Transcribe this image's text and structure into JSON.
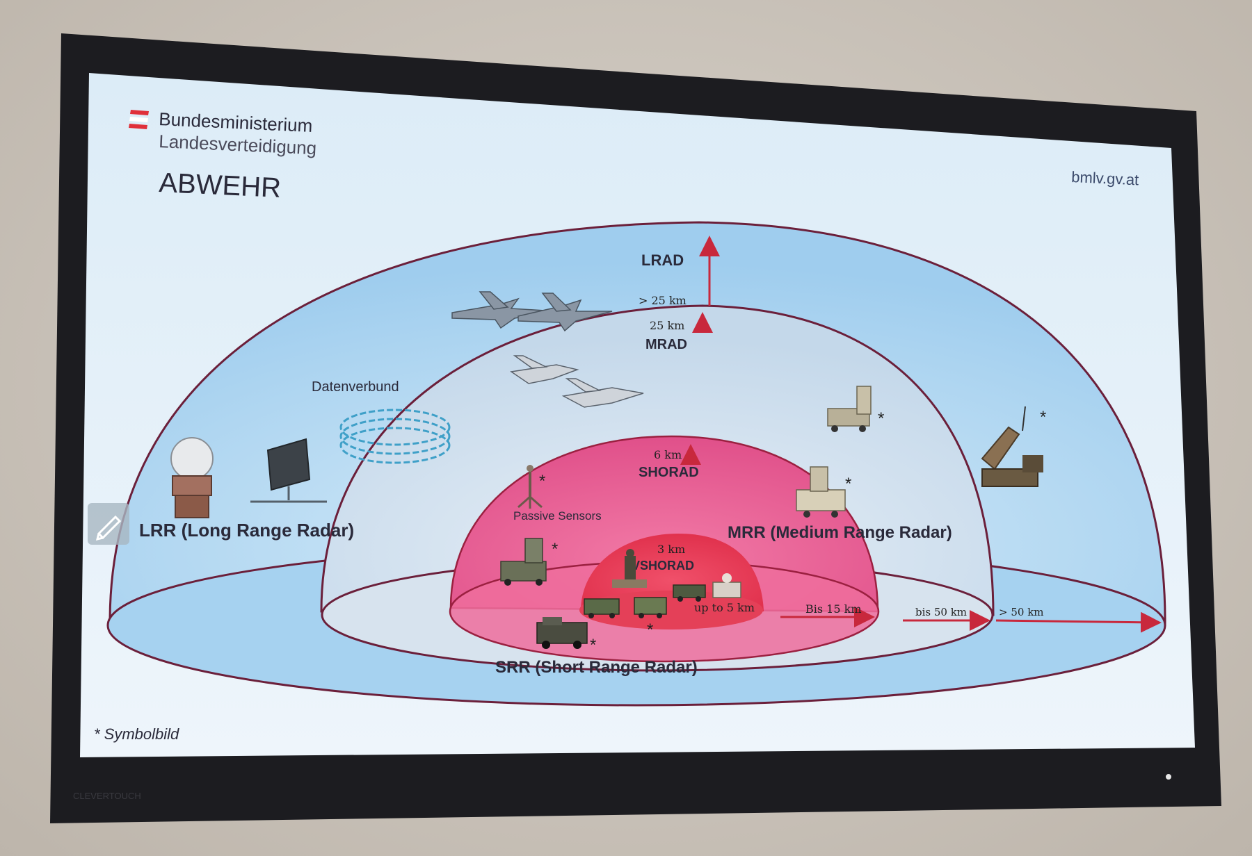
{
  "header": {
    "ministry_line1": "Bundesministerium",
    "ministry_line2": "Landesverteidigung",
    "title": "ABWEHR",
    "website": "bmlv.gv.at"
  },
  "layers": {
    "lrad": {
      "label": "LRAD",
      "range": "> 25 km"
    },
    "mrad": {
      "label": "MRAD",
      "range": "25 km"
    },
    "shorad": {
      "label": "SHORAD",
      "range": "6 km"
    },
    "vshorad": {
      "label": "VSHORAD",
      "range": "3 km",
      "range2": "up to 5 km"
    }
  },
  "radars": {
    "lrr": "LRR (Long Range Radar)",
    "mrr": "MRR (Medium Range Radar)",
    "srr": "SRR (Short Range Radar)"
  },
  "labels": {
    "datenverbund": "Datenverbund",
    "passive_sensors": "Passive Sensors",
    "bis15": "Bis 15 km",
    "bis50": "bis 50 km",
    "gt50": "> 50 km",
    "symbolbild": "* Symbolbild",
    "asterisk": "*",
    "device_brand": "CLEVERTOUCH"
  },
  "colors": {
    "outer_dome": "#a9d4f2",
    "mid_dome": "#cfe0ef",
    "shorad_dome": "#e65c8f",
    "vshorad_dome": "#e8334f",
    "outline": "#6b1f3a",
    "arrow": "#c8283c",
    "austria_red": "#e0303a"
  }
}
